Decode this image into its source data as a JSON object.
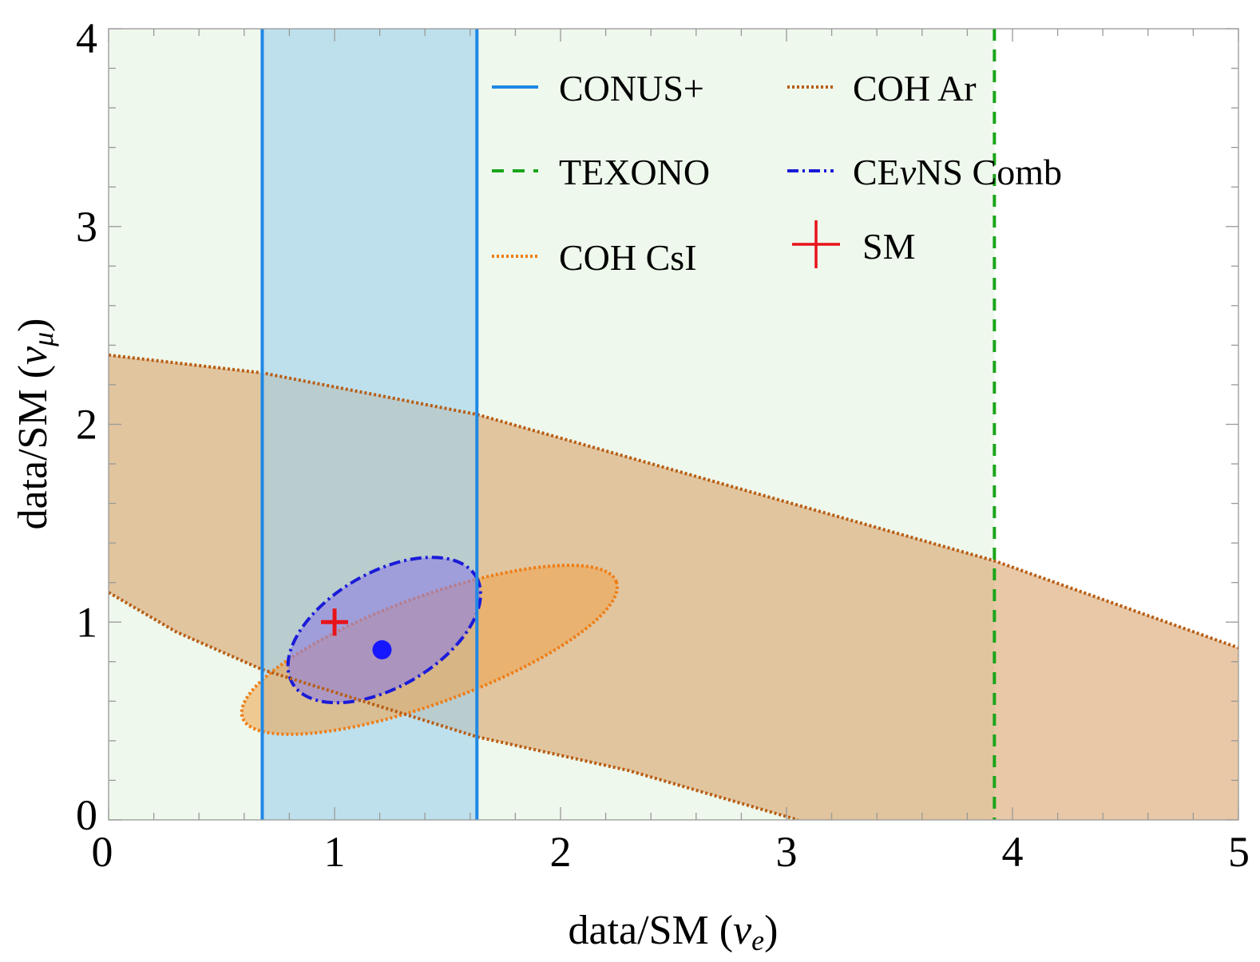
{
  "chart_data": {
    "type": "scatter",
    "xlabel": "data/SM (ν_e)",
    "ylabel": "data/SM (ν_μ)",
    "xlabel_parts": {
      "main": "data/SM (",
      "symbol": "ν",
      "sub": "e",
      "close": ")"
    },
    "ylabel_parts": {
      "main": "data/SM (",
      "symbol": "ν",
      "sub": "μ",
      "close": ")"
    },
    "xlim": [
      0,
      5
    ],
    "ylim": [
      0,
      4
    ],
    "xticks": [
      "0",
      "1",
      "2",
      "3",
      "4",
      "5"
    ],
    "yticks": [
      "0",
      "1",
      "2",
      "3",
      "4"
    ],
    "grid": false,
    "legend_position": "top-right",
    "series": [
      {
        "name": "CONUS+",
        "kind": "vertical-band",
        "x_min": 0.68,
        "x_max": 1.63,
        "color": "#1e88e5",
        "fill": "#9fd0ef",
        "style": "solid"
      },
      {
        "name": "TEXONO",
        "kind": "upper-limit",
        "x_max": 3.92,
        "color": "#1aa51a",
        "fill": "#eef8ec",
        "style": "dashed"
      },
      {
        "name": "COH CsI",
        "kind": "ellipse",
        "center": [
          1.42,
          0.86
        ],
        "semi_major": 0.88,
        "semi_minor": 0.27,
        "angle_deg": -20,
        "color": "#ee7d16",
        "fill": "#f1a249",
        "style": "dotted"
      },
      {
        "name": "COH Ar",
        "kind": "band",
        "upper": [
          [
            0,
            2.35
          ],
          [
            0.68,
            2.26
          ],
          [
            1.63,
            2.05
          ],
          [
            3.92,
            1.31
          ],
          [
            5,
            0.87
          ]
        ],
        "lower": [
          [
            0,
            1.15
          ],
          [
            0.3,
            0.95
          ],
          [
            0.68,
            0.76
          ],
          [
            1.63,
            0.42
          ],
          [
            2.3,
            0.25
          ],
          [
            3.05,
            0
          ]
        ],
        "color": "#b85d14",
        "fill": "#d9a36d",
        "style": "dotted"
      },
      {
        "name": "CEνNS Comb",
        "kind": "ellipse",
        "center": [
          1.22,
          0.96
        ],
        "semi_major": 0.47,
        "semi_minor": 0.29,
        "angle_deg": -30,
        "color": "#1b1bd8",
        "fill": "#8d7fe2",
        "style": "dash-dot"
      },
      {
        "name": "SM",
        "kind": "point",
        "x": 1.0,
        "y": 1.0,
        "color": "#e8131a",
        "marker": "plus"
      },
      {
        "name": "",
        "kind": "point",
        "x": 1.21,
        "y": 0.86,
        "color": "#1616ff",
        "marker": "dot"
      }
    ],
    "legend_parts": {
      "CEvNS": {
        "pre": "CE",
        "symbol": "ν",
        "post": "NS Comb"
      }
    }
  }
}
